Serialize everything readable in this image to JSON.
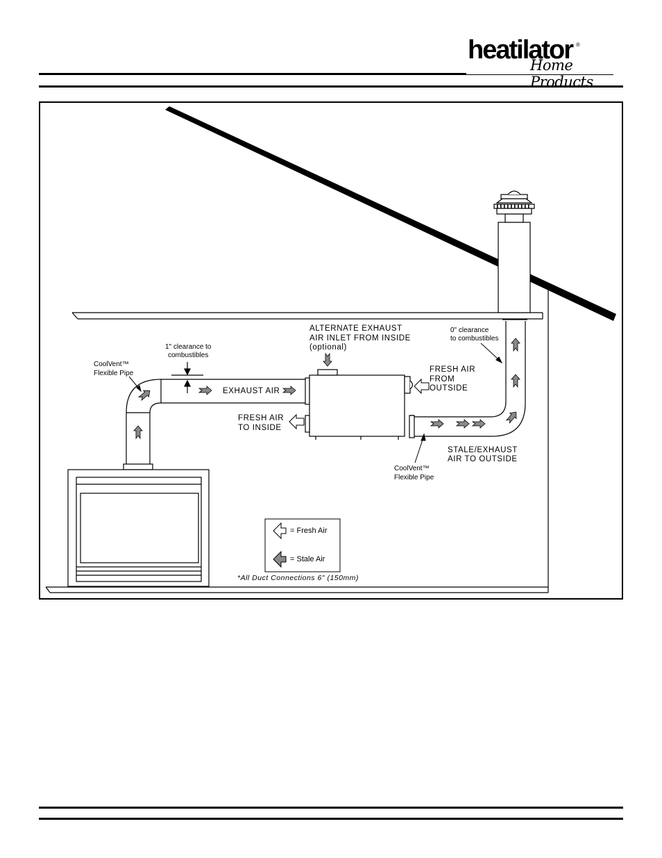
{
  "brand": {
    "name": "heatilator",
    "registered": "®",
    "tagline": "Home Products"
  },
  "labels": {
    "coolvent_left": [
      "CoolVent™",
      "Flexible Pipe"
    ],
    "clearance_1": [
      "1\" clearance to",
      "combustibles"
    ],
    "exhaust_air": "EXHAUST AIR",
    "alternate_inlet": [
      "ALTERNATE EXHAUST",
      "AIR INLET FROM INSIDE",
      "(optional)"
    ],
    "fresh_air_from_outside": [
      "FRESH AIR",
      "FROM",
      "OUTSIDE"
    ],
    "fresh_air_to_inside": [
      "FRESH AIR",
      "TO INSIDE"
    ],
    "clearance_0": [
      "0\" clearance",
      "to combustibles"
    ],
    "stale_exhaust": [
      "STALE/EXHAUST",
      "AIR TO OUTSIDE"
    ],
    "coolvent_right": [
      "CoolVent™",
      "Flexible Pipe"
    ],
    "duct_note": "*All Duct Connections 6\" (150mm)"
  },
  "legend": {
    "fresh": "= Fresh Air",
    "stale": "= Stale Air"
  },
  "colors": {
    "stale_arrow": "#8a8a8a",
    "line": "#000000"
  }
}
